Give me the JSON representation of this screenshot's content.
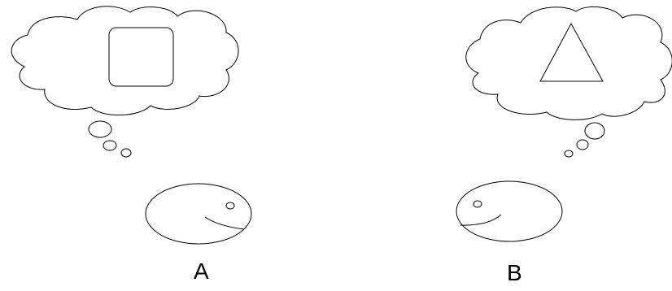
{
  "colors": {
    "stroke": "#000000",
    "background": "#ffffff"
  },
  "figures": [
    {
      "label": "A",
      "thought_shape": "rounded-square",
      "face_direction": "right"
    },
    {
      "label": "B",
      "thought_shape": "triangle",
      "face_direction": "left"
    }
  ]
}
